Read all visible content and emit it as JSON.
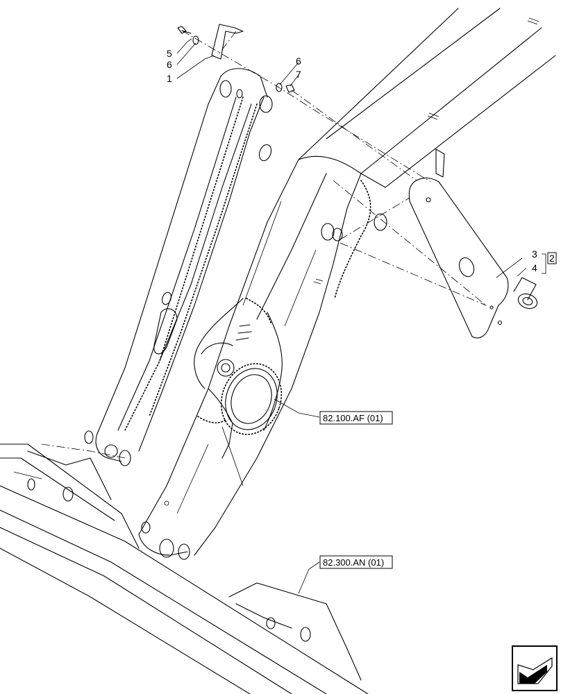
{
  "callouts": {
    "c5": "5",
    "c6a": "6",
    "c1": "1",
    "c6b": "6",
    "c7": "7",
    "c3": "3",
    "c4": "4",
    "c2": "2"
  },
  "references": {
    "ref_upper": "82.100.AF (01)",
    "ref_lower": "82.300.AN (01)"
  },
  "icons": {
    "nav": "arrow-view-icon"
  }
}
